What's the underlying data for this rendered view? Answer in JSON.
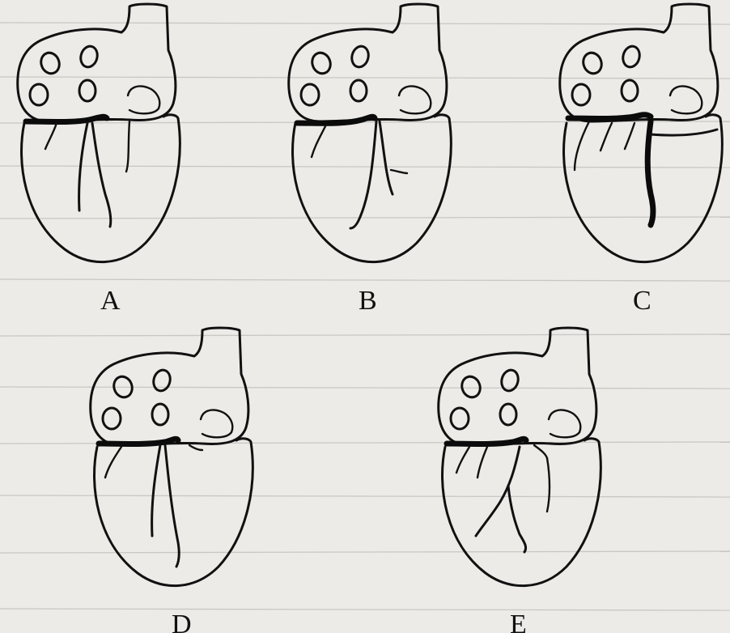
{
  "figure": {
    "panels": [
      {
        "id": "A",
        "label": "A"
      },
      {
        "id": "B",
        "label": "B"
      },
      {
        "id": "C",
        "label": "C"
      },
      {
        "id": "D",
        "label": "D"
      },
      {
        "id": "E",
        "label": "E"
      }
    ]
  },
  "colors": {
    "background": "#ecebe8",
    "ink": "#111111",
    "bleed_through_text": "#c9c7c3"
  }
}
